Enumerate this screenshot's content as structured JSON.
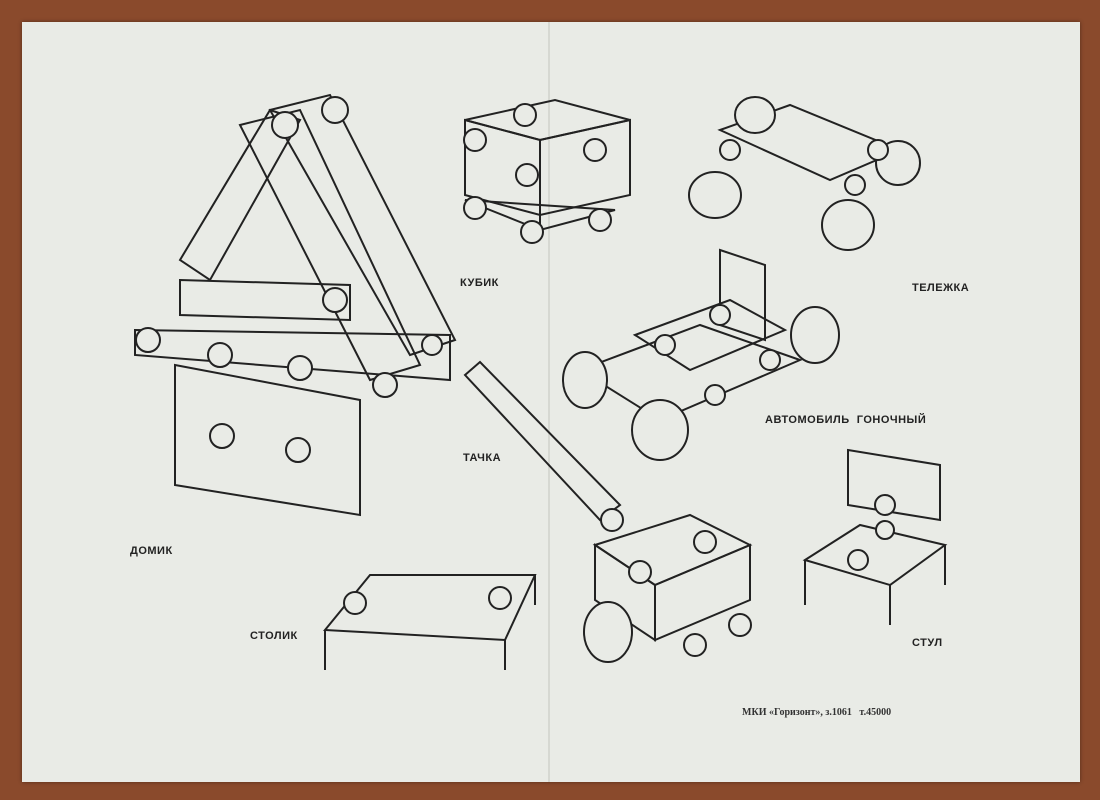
{
  "labels": {
    "domik": "ДОМИК",
    "kubik": "КУБИК",
    "telezhka": "ТЕЛЕЖКА",
    "avtomobil": "АВТОМОБИЛЬ  ГОНОЧНЫЙ",
    "tachka": "ТАЧКА",
    "stolik": "СТОЛИК",
    "stul": "СТУЛ"
  },
  "footer": "МКИ «Горизонт», з.1061   т.45000",
  "colors": {
    "paper": "#e9ebe6",
    "background": "#8a4a2c",
    "ink": "#222222"
  }
}
